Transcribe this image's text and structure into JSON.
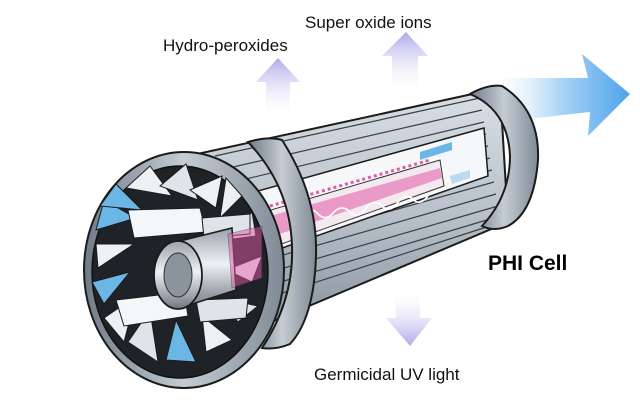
{
  "labels": {
    "super_oxide": "Super oxide ions",
    "hydro_peroxides": "Hydro-peroxides",
    "cell_name": "PHI Cell",
    "uv_light": "Germicidal UV light"
  },
  "colors": {
    "arrow_lavender": "#b9b4ec",
    "outflow_blue": "#5aa9ec",
    "metal_grey": "#9aa6b2",
    "band_grey": "#8f9ba8",
    "pink_tube": "#e25aa6",
    "inner_blue": "#6cb6e6",
    "outline": "#1b1b1b"
  },
  "icons": {
    "up_arrows": "upward-arrow",
    "down_arrow": "downward-arrow",
    "flow_arrow": "airflow-arrow"
  }
}
